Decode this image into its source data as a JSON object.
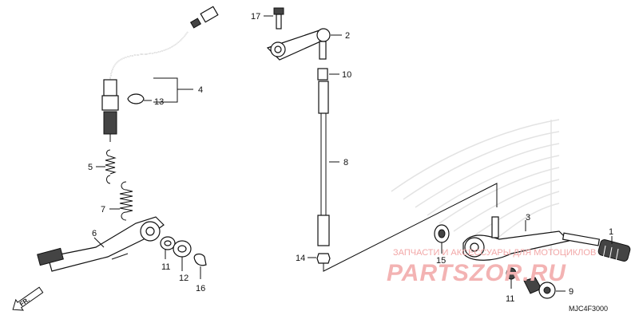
{
  "callouts": [
    {
      "id": "c1",
      "text": "1"
    },
    {
      "id": "c2",
      "text": "2"
    },
    {
      "id": "c3",
      "text": "3"
    },
    {
      "id": "c4",
      "text": "4"
    },
    {
      "id": "c5",
      "text": "5"
    },
    {
      "id": "c6",
      "text": "6"
    },
    {
      "id": "c7",
      "text": "7"
    },
    {
      "id": "c8",
      "text": "8"
    },
    {
      "id": "c9",
      "text": "9"
    },
    {
      "id": "c10",
      "text": "10"
    },
    {
      "id": "c11a",
      "text": "11"
    },
    {
      "id": "c11b",
      "text": "11"
    },
    {
      "id": "c12",
      "text": "12"
    },
    {
      "id": "c13",
      "text": "13"
    },
    {
      "id": "c14",
      "text": "14"
    },
    {
      "id": "c15",
      "text": "15"
    },
    {
      "id": "c16",
      "text": "16"
    },
    {
      "id": "c17",
      "text": "17"
    }
  ],
  "direction_marker": "FR.",
  "diagram_code": "MJC4F3000",
  "watermark": {
    "line1": "ЗАПЧАСТИ И АКСЕССУАРЫ ДЛЯ МОТОЦИКЛОВ",
    "logo": "PARTSZOR.RU"
  },
  "colors": {
    "line": "#111111",
    "watermark": "#f3b3b3",
    "background": "#ffffff"
  }
}
